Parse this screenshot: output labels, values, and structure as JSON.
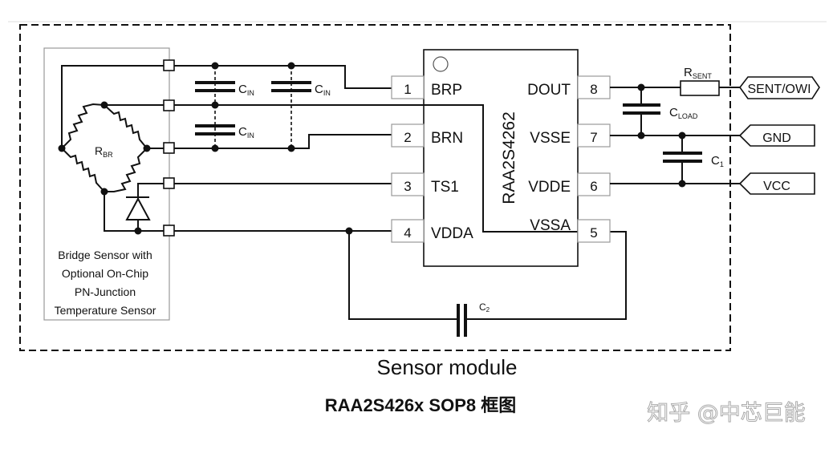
{
  "diagram": {
    "module_label": "Sensor module",
    "caption": "RAA2S426x SOP8 框图",
    "watermark": "知乎 @中芯巨能",
    "sensor_block": {
      "lines": [
        "Bridge Sensor with",
        "Optional On-Chip",
        "PN-Junction",
        "Temperature Sensor"
      ],
      "bridge_resistor": {
        "main": "R",
        "sub": "BR"
      }
    },
    "ic": {
      "part_number": "RAA2S4262",
      "left_pins": [
        {
          "num": "1",
          "name": "BRP"
        },
        {
          "num": "2",
          "name": "BRN"
        },
        {
          "num": "3",
          "name": "TS1"
        },
        {
          "num": "4",
          "name": "VDDA"
        }
      ],
      "right_pins": [
        {
          "num": "8",
          "name": "DOUT"
        },
        {
          "num": "7",
          "name": "VSSE"
        },
        {
          "num": "6",
          "name": "VDDE"
        },
        {
          "num": "5",
          "name": "VSSA"
        }
      ]
    },
    "components": {
      "cin": {
        "main": "C",
        "sub": "IN"
      },
      "cload": {
        "main": "C",
        "sub": "LOAD"
      },
      "c1": {
        "main": "C",
        "sub": "1"
      },
      "c2": {
        "main": "C",
        "sub": "2"
      },
      "rsent": {
        "main": "R",
        "sub": "SENT"
      }
    },
    "connectors": [
      {
        "label": "SENT/OWI"
      },
      {
        "label": "GND"
      },
      {
        "label": "VCC"
      }
    ]
  }
}
